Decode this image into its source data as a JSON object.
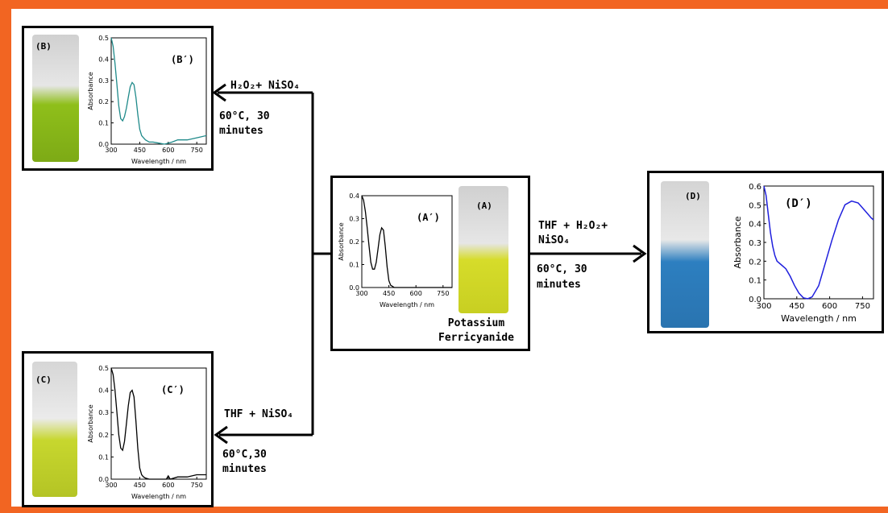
{
  "colors": {
    "frame": "#f26522",
    "line_b": "#1f8a8a",
    "line_a": "#000000",
    "line_c": "#000000",
    "line_d": "#1f1fdd",
    "tube_b": "#8fbf1a",
    "tube_a": "#d6dc2a",
    "tube_c": "#c7d72e",
    "tube_d": "#2d7fc0"
  },
  "center": {
    "tube_label": "(A)",
    "spectrum_label": "(A′)",
    "name_line1": "Potassium",
    "name_line2": "Ferricyanide"
  },
  "right": {
    "tube_label": "(D)",
    "spectrum_label": "(D′)",
    "reagent_line1": "THF + H₂O₂+",
    "reagent_line2": "NiSO₄",
    "condition_line1": "60°C, 30",
    "condition_line2": "minutes"
  },
  "top_left": {
    "tube_label": "(B)",
    "spectrum_label": "(B′)",
    "reagent": "H₂O₂+ NiSO₄",
    "condition_line1": "60°C, 30",
    "condition_line2": "minutes"
  },
  "bottom_left": {
    "tube_label": "(C)",
    "spectrum_label": "(C′)",
    "reagent": "THF + NiSO₄",
    "condition_line1": "60°C,30",
    "condition_line2": "minutes"
  },
  "chart_data": [
    {
      "id": "B'",
      "type": "line",
      "xlabel": "Wavelength / nm",
      "ylabel": "Absorbance",
      "xlim": [
        300,
        800
      ],
      "ylim": [
        0,
        0.5
      ],
      "xticks": [
        300,
        450,
        600,
        750
      ],
      "yticks": [
        0.0,
        0.1,
        0.2,
        0.3,
        0.4,
        0.5
      ],
      "x": [
        300,
        310,
        320,
        330,
        340,
        350,
        360,
        370,
        380,
        390,
        400,
        410,
        420,
        430,
        440,
        450,
        460,
        470,
        480,
        500,
        520,
        550,
        580,
        600,
        620,
        650,
        700,
        750,
        800
      ],
      "y": [
        0.5,
        0.46,
        0.38,
        0.28,
        0.18,
        0.12,
        0.11,
        0.13,
        0.17,
        0.22,
        0.27,
        0.29,
        0.28,
        0.22,
        0.14,
        0.07,
        0.04,
        0.03,
        0.02,
        0.01,
        0.01,
        0.005,
        0.0,
        0.005,
        0.01,
        0.02,
        0.02,
        0.03,
        0.04
      ]
    },
    {
      "id": "A'",
      "type": "line",
      "xlabel": "Wavelength / nm",
      "ylabel": "Absorbance",
      "xlim": [
        300,
        800
      ],
      "ylim": [
        0,
        0.4
      ],
      "xticks": [
        300,
        450,
        600,
        750
      ],
      "yticks": [
        0.0,
        0.1,
        0.2,
        0.3,
        0.4
      ],
      "x": [
        300,
        310,
        320,
        330,
        340,
        350,
        360,
        370,
        380,
        390,
        400,
        410,
        420,
        430,
        440,
        450,
        460,
        470,
        480,
        500,
        550,
        600,
        650,
        700,
        750,
        800
      ],
      "y": [
        0.4,
        0.38,
        0.33,
        0.26,
        0.18,
        0.11,
        0.08,
        0.08,
        0.11,
        0.17,
        0.23,
        0.26,
        0.25,
        0.18,
        0.09,
        0.03,
        0.01,
        0.005,
        0.0,
        0.0,
        0.0,
        0.0,
        0.0,
        0.0,
        0.0,
        0.0
      ]
    },
    {
      "id": "C'",
      "type": "line",
      "xlabel": "Wavelength / nm",
      "ylabel": "Absorbance",
      "xlim": [
        300,
        800
      ],
      "ylim": [
        0,
        0.5
      ],
      "xticks": [
        300,
        450,
        600,
        750
      ],
      "yticks": [
        0.0,
        0.1,
        0.2,
        0.3,
        0.4,
        0.5
      ],
      "x": [
        300,
        310,
        320,
        330,
        340,
        350,
        360,
        370,
        380,
        390,
        400,
        410,
        420,
        430,
        440,
        450,
        460,
        470,
        480,
        500,
        550,
        590,
        600,
        610,
        650,
        700,
        750,
        800
      ],
      "y": [
        0.5,
        0.47,
        0.4,
        0.3,
        0.2,
        0.14,
        0.13,
        0.17,
        0.25,
        0.33,
        0.39,
        0.4,
        0.37,
        0.26,
        0.14,
        0.05,
        0.02,
        0.01,
        0.005,
        0.0,
        0.0,
        0.0,
        0.015,
        0.0,
        0.01,
        0.01,
        0.02,
        0.02
      ]
    },
    {
      "id": "D'",
      "type": "line",
      "xlabel": "Wavelength / nm",
      "ylabel": "Absorbance",
      "xlim": [
        300,
        800
      ],
      "ylim": [
        0,
        0.6
      ],
      "xticks": [
        300,
        450,
        600,
        750
      ],
      "yticks": [
        0.0,
        0.1,
        0.2,
        0.3,
        0.4,
        0.5,
        0.6
      ],
      "x": [
        300,
        310,
        320,
        330,
        340,
        350,
        360,
        380,
        400,
        420,
        440,
        460,
        480,
        500,
        520,
        550,
        580,
        610,
        640,
        670,
        700,
        730,
        760,
        790,
        800
      ],
      "y": [
        0.6,
        0.55,
        0.45,
        0.35,
        0.28,
        0.23,
        0.2,
        0.18,
        0.16,
        0.12,
        0.07,
        0.03,
        0.005,
        0.0,
        0.01,
        0.07,
        0.19,
        0.31,
        0.42,
        0.5,
        0.52,
        0.51,
        0.47,
        0.43,
        0.42
      ]
    }
  ]
}
